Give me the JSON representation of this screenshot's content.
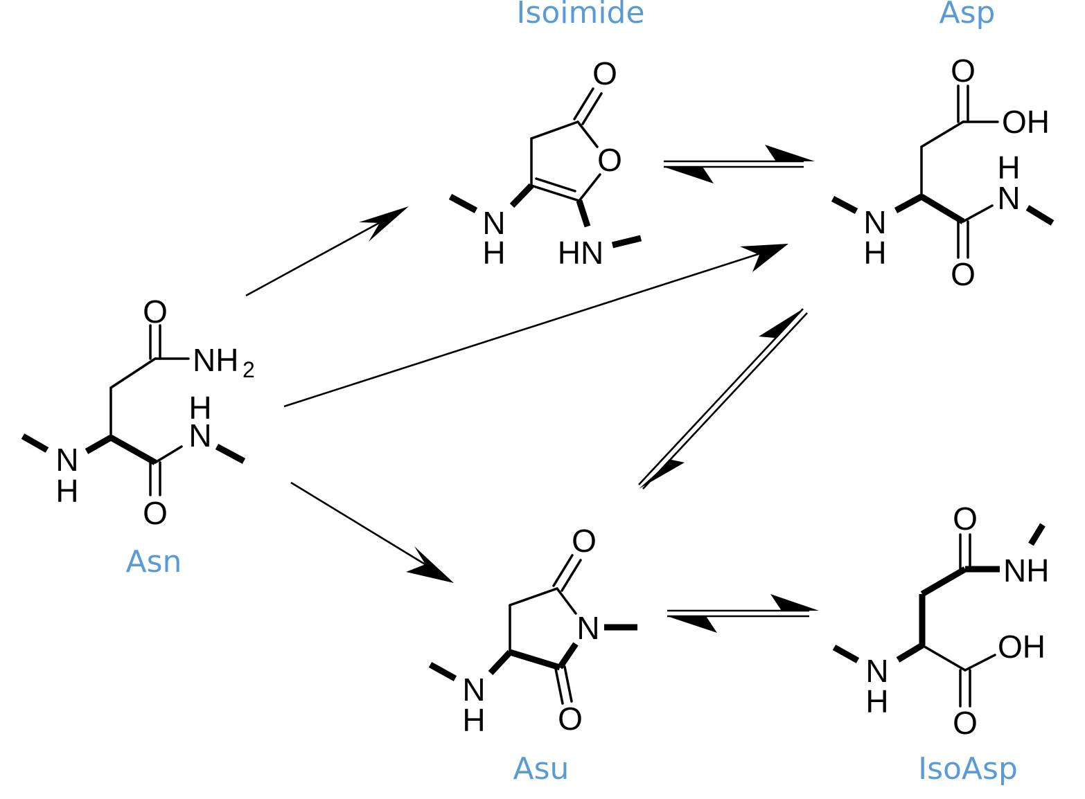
{
  "colors": {
    "label": "#5b9bd5",
    "ink": "#000000"
  },
  "molecules": {
    "asn": {
      "name": "Asn",
      "o_top": "O",
      "nh2": "NH",
      "nh2_sub": "2",
      "n_right": "N",
      "h_right": "H",
      "n_left": "N",
      "h_left": "H",
      "o_bottom": "O"
    },
    "isoimide": {
      "name": "Isoimide",
      "o_carbonyl": "O",
      "o_ring": "O",
      "n_left": "N",
      "h_left": "H",
      "hn": "HN"
    },
    "asp": {
      "name": "Asp",
      "o_top": "O",
      "oh": "OH",
      "n_right": "N",
      "h_right": "H",
      "n_left": "N",
      "h_left": "H",
      "o_bottom": "O"
    },
    "asu": {
      "name": "Asu",
      "o_top": "O",
      "n_ring": "N",
      "n_left": "N",
      "h_left": "H",
      "o_bottom": "O"
    },
    "isoasp": {
      "name": "IsoAsp",
      "o_top": "O",
      "nh": "NH",
      "oh": "OH",
      "n_left": "N",
      "h_left": "H",
      "o_bottom": "O"
    }
  }
}
